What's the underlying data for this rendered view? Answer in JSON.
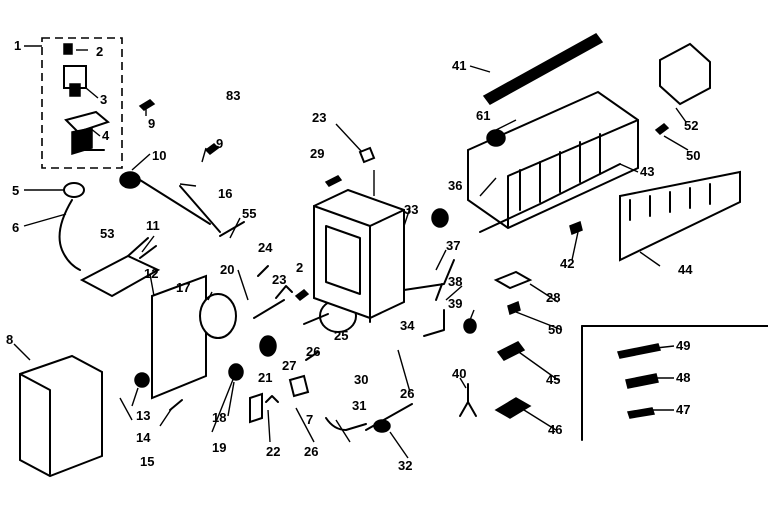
{
  "diagram": {
    "figure_code": "83",
    "callouts": [
      "1",
      "2",
      "3",
      "4",
      "5",
      "6",
      "8",
      "9",
      "9",
      "10",
      "11",
      "12",
      "13",
      "14",
      "15",
      "16",
      "17",
      "18",
      "19",
      "20",
      "21",
      "22",
      "23",
      "23",
      "24",
      "2",
      "25",
      "26",
      "26",
      "26",
      "27",
      "7",
      "28",
      "29",
      "30",
      "31",
      "32",
      "33",
      "34",
      "36",
      "37",
      "38",
      "39",
      "40",
      "41",
      "42",
      "43",
      "44",
      "45",
      "46",
      "47",
      "48",
      "49",
      "50",
      "50",
      "52",
      "53",
      "55",
      "61"
    ]
  }
}
